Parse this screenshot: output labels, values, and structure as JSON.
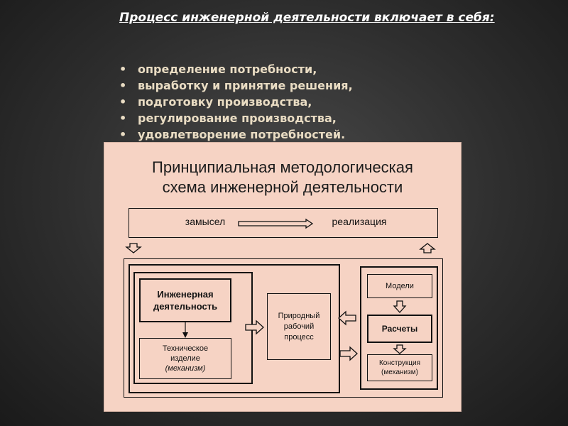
{
  "heading": "Процесс инженерной деятельности включает в себя:",
  "bullets": [
    "определение потребности,",
    "выработку и принятие решения,",
    "подготовку производства,",
    "регулирование производства,",
    "удовлетворение потребностей."
  ],
  "bullet_char": "•",
  "diagram": {
    "title_line1": "Принципиальная методологическая",
    "title_line2": "схема инженерной деятельности",
    "idea": "замысел",
    "realization": "реализация",
    "eng_activity_line1": "Инженерная",
    "eng_activity_line2": "деятельность",
    "tech_product_line1": "Техническое",
    "tech_product_line2": "изделие",
    "tech_product_line3": "(механизм)",
    "natural_process_line1": "Природный",
    "natural_process_line2": "рабочий",
    "natural_process_line3": "процесс",
    "models": "Модели",
    "calculations": "Расчеты",
    "construction_line1": "Конструкция",
    "construction_line2": "(механизм)"
  },
  "colors": {
    "panel": "#f6d3c4",
    "bullet_text": "#e9dcc3",
    "heading": "#ffffff"
  }
}
